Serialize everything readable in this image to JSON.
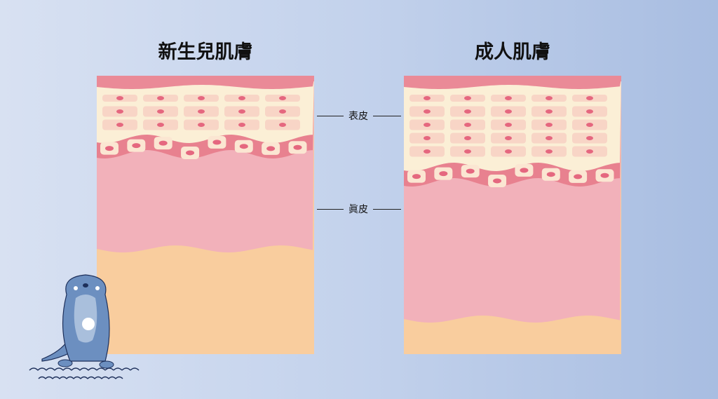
{
  "titles": {
    "newborn": "新生兒肌膚",
    "adult": "成人肌膚"
  },
  "labels": {
    "epidermis": "表皮",
    "dermis": "眞皮"
  },
  "colors": {
    "stratum": "#ea8a97",
    "epidermis": "#fbefd6",
    "cell": "#f8d5c6",
    "nucleus": "#e5677f",
    "basal": "#e8818f",
    "basal_cell": "#fbe6d2",
    "dermis": "#f2b1ba",
    "fat": "#f9cd9e",
    "otter": "#6c8fc0",
    "otter_belly": "#a9bfdc",
    "water": "#1d2f5a"
  }
}
